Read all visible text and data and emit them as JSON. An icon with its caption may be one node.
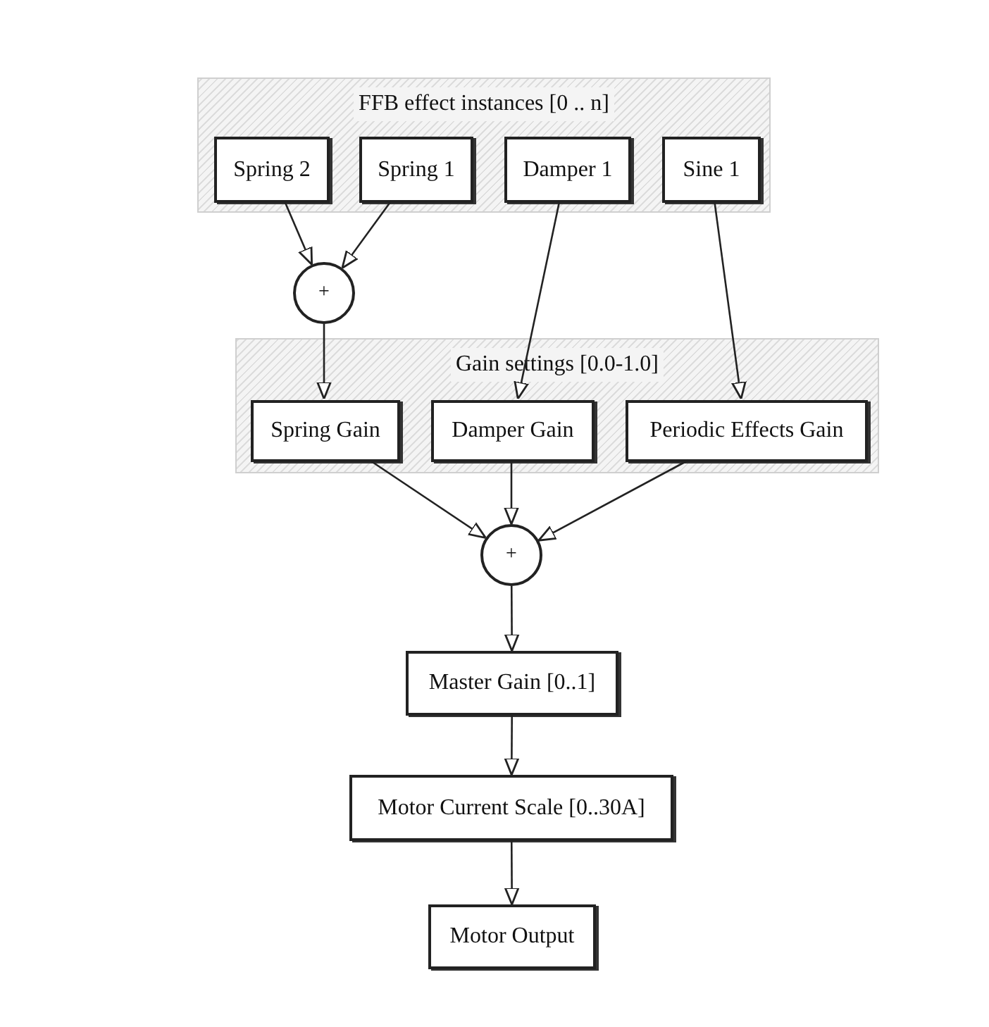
{
  "diagram": {
    "nodes": [
      {
        "text": [
          "FFB effect instances [0 .. n]"
        ]
      },
      {
        "text": [
          "Spring 2"
        ],
        "in": 0
      },
      {
        "text": [
          "Spring 1"
        ],
        "in": 0
      },
      {
        "text": [
          "Damper 1"
        ],
        "in": 0
      },
      {
        "text": [
          "Sine 1"
        ],
        "in": 0
      },
      {
        "text": [
          "+"
        ]
      },
      {
        "text": [
          "Gain settings [0.0-1.0]"
        ]
      },
      {
        "text": [
          "Spring Gain"
        ],
        "in": 6
      },
      {
        "text": [
          "Damper Gain"
        ],
        "in": 6
      },
      {
        "text": [
          "Periodic Effects Gain"
        ],
        "in": 6
      },
      {
        "text": [
          "+"
        ]
      },
      {
        "text": [
          "Master Gain [0..1]"
        ]
      },
      {
        "text": [
          "Motor Current Scale [0..30A]"
        ]
      },
      {
        "text": [
          "Motor Output"
        ]
      }
    ],
    "edges": [
      {
        "from": 1,
        "to": 5,
        "arrow": "to"
      },
      {
        "from": 2,
        "to": 5,
        "arrow": "to"
      },
      {
        "from": 5,
        "to": 7,
        "arrow": "to"
      },
      {
        "from": 3,
        "to": 8,
        "arrow": "to"
      },
      {
        "from": 4,
        "to": 9,
        "arrow": "to"
      },
      {
        "from": 7,
        "to": 10,
        "arrow": "to"
      },
      {
        "from": 8,
        "to": 10,
        "arrow": "to"
      },
      {
        "from": 9,
        "to": 10,
        "arrow": "to"
      },
      {
        "from": 10,
        "to": 11,
        "arrow": "to"
      },
      {
        "from": 11,
        "to": 12,
        "arrow": "to"
      },
      {
        "from": 12,
        "to": 13,
        "arrow": "to"
      }
    ]
  }
}
